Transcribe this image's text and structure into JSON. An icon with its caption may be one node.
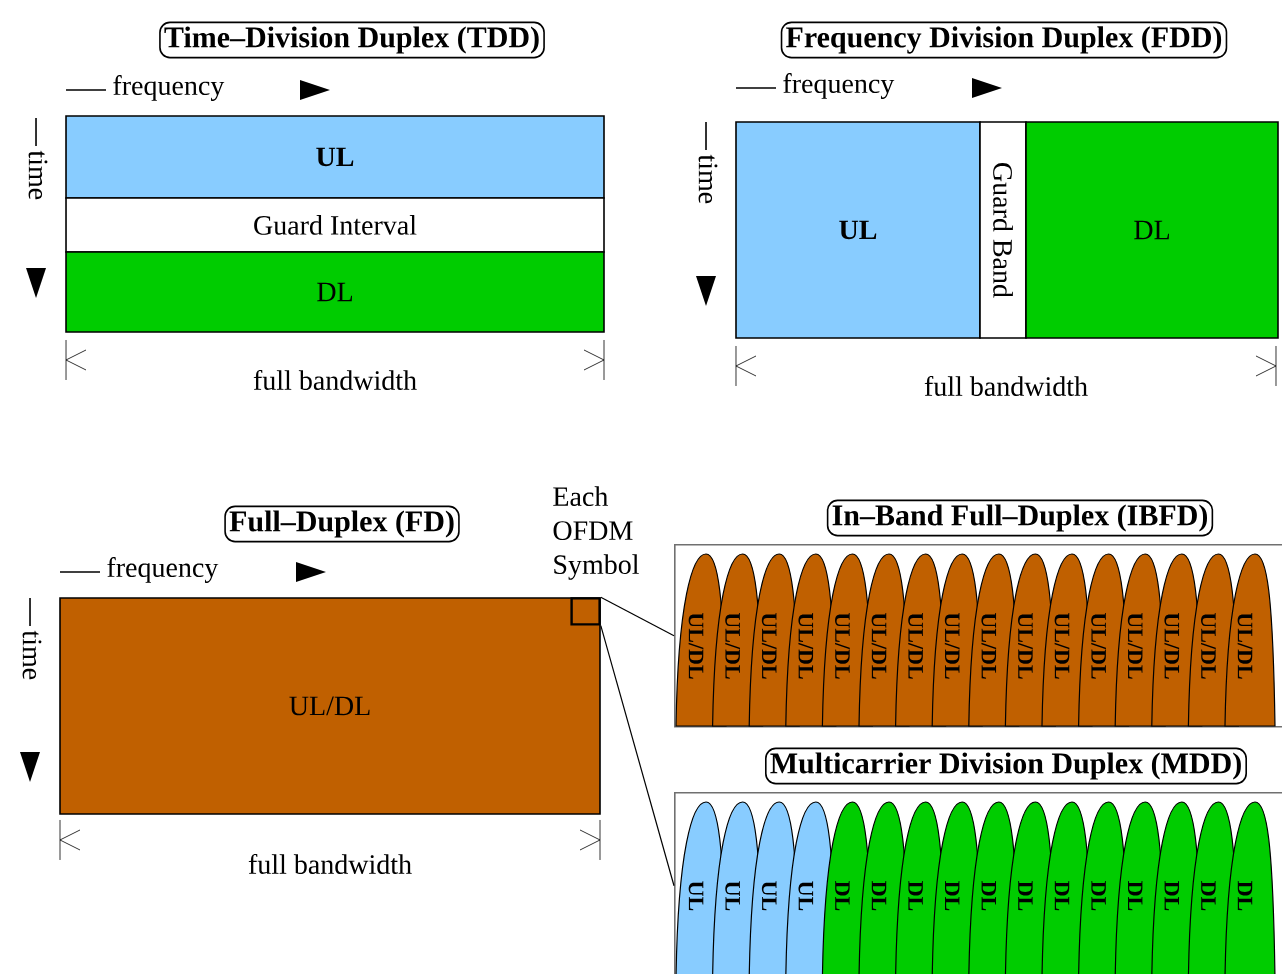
{
  "diagram": {
    "nodes": [
      {
        "text": [
          "Time–Division Duplex (TDD)"
        ]
      },
      {
        "text": [
          "UL"
        ]
      },
      {
        "text": [
          "Guard Interval"
        ]
      },
      {
        "text": [
          "DL"
        ]
      },
      {
        "text": [
          "Frequency Division Duplex (FDD)"
        ]
      },
      {
        "text": [
          "UL"
        ]
      },
      {
        "text": [
          "Guard Band"
        ]
      },
      {
        "text": [
          "DL"
        ]
      },
      {
        "text": [
          "Full–Duplex (FD)"
        ]
      },
      {
        "text": [
          "UL/DL"
        ]
      },
      {
        "text": [],
        "shape": "box",
        "in": 9,
        "beside": [
          "Each OFDM Symbol"
        ]
      },
      {
        "text": [
          "In–Band Full–Duplex (IBFD)"
        ]
      },
      {
        "text": [],
        "shape": "box"
      },
      {
        "text": [
          "UL/DL"
        ],
        "in": 12
      },
      {
        "text": [
          "UL/DL"
        ],
        "in": 12
      },
      {
        "text": [
          "UL/DL"
        ],
        "in": 12
      },
      {
        "text": [
          "UL/DL"
        ],
        "in": 12
      },
      {
        "text": [
          "UL/DL"
        ],
        "in": 12
      },
      {
        "text": [
          "UL/DL"
        ],
        "in": 12
      },
      {
        "text": [
          "UL/DL"
        ],
        "in": 12
      },
      {
        "text": [
          "UL/DL"
        ],
        "in": 12
      },
      {
        "text": [
          "UL/DL"
        ],
        "in": 12
      },
      {
        "text": [
          "UL/DL"
        ],
        "in": 12
      },
      {
        "text": [
          "UL/DL"
        ],
        "in": 12
      },
      {
        "text": [
          "UL/DL"
        ],
        "in": 12
      },
      {
        "text": [
          "UL/DL"
        ],
        "in": 12
      },
      {
        "text": [
          "UL/DL"
        ],
        "in": 12
      },
      {
        "text": [
          "UL/DL"
        ],
        "in": 12
      },
      {
        "text": [
          "UL/DL"
        ],
        "in": 12
      },
      {
        "text": [
          "Multicarrier Division Duplex (MDD)"
        ]
      },
      {
        "text": [],
        "shape": "box"
      },
      {
        "text": [
          "UL"
        ],
        "in": 30
      },
      {
        "text": [
          "UL"
        ],
        "in": 30
      },
      {
        "text": [
          "UL"
        ],
        "in": 30
      },
      {
        "text": [
          "UL"
        ],
        "in": 30
      },
      {
        "text": [
          "DL"
        ],
        "in": 30
      },
      {
        "text": [
          "DL"
        ],
        "in": 30
      },
      {
        "text": [
          "DL"
        ],
        "in": 30
      },
      {
        "text": [
          "DL"
        ],
        "in": 30
      },
      {
        "text": [
          "DL"
        ],
        "in": 30
      },
      {
        "text": [
          "DL"
        ],
        "in": 30
      },
      {
        "text": [
          "DL"
        ],
        "in": 30
      },
      {
        "text": [
          "DL"
        ],
        "in": 30
      },
      {
        "text": [
          "DL"
        ],
        "in": 30
      },
      {
        "text": [
          "DL"
        ],
        "in": 30
      },
      {
        "text": [
          "DL"
        ],
        "in": 30
      },
      {
        "text": [
          "DL"
        ],
        "in": 30
      }
    ],
    "edges": [
      {
        "from": 10,
        "to": 12,
        "arrow": "none"
      },
      {
        "from": 10,
        "to": 30,
        "arrow": "none"
      }
    ],
    "labels": [
      "frequency",
      "time",
      "full bandwidth",
      "frequency",
      "time",
      "full bandwidth",
      "frequency",
      "time",
      "full bandwidth"
    ]
  }
}
